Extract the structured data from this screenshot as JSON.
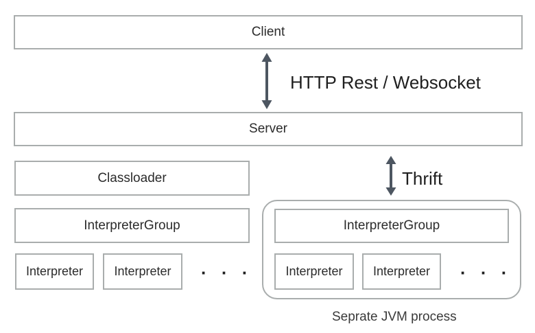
{
  "diagram": {
    "client": "Client",
    "server": "Server",
    "classloader": "Classloader",
    "interpreter_group_left": "InterpreterGroup",
    "interpreter_group_right": "InterpreterGroup",
    "interpreters_left": [
      "Interpreter",
      "Interpreter"
    ],
    "interpreters_right": [
      "Interpreter",
      "Interpreter"
    ],
    "http_label": "HTTP Rest / Websocket",
    "thrift_label": "Thrift",
    "jvm_caption": "Seprate JVM process",
    "ellipsis": "· · ·",
    "colors": {
      "border": "#a9adad",
      "arrow": "#4d5661",
      "text": "#2b2b2b"
    }
  }
}
